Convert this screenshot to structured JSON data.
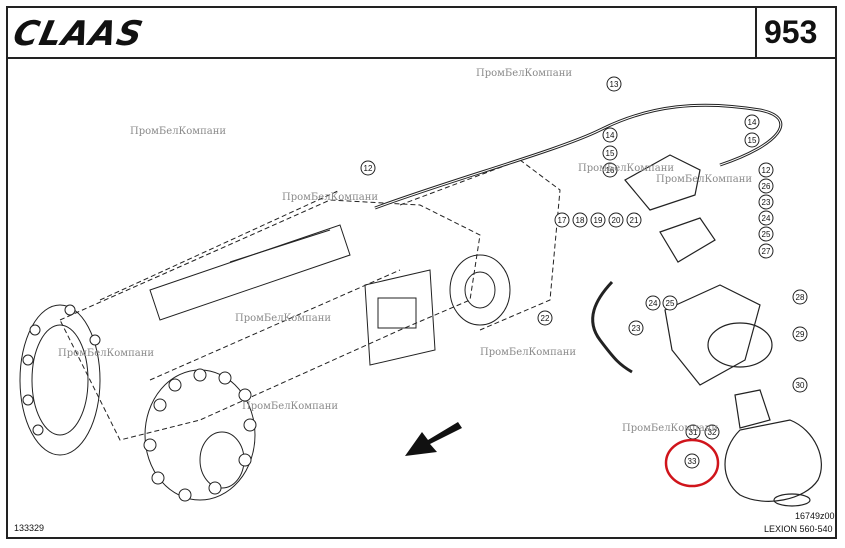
{
  "header": {
    "brand": "CLAAS",
    "page_number": "953"
  },
  "footer": {
    "drawing_no": "133329",
    "figure_code": "16749z00",
    "model": "LEXION 560-540"
  },
  "watermarks": [
    "ПромБелКомпани",
    "ПромБелКомпани",
    "ПромБелКомпани",
    "ПромБелКомпани",
    "ПромБелКомпани",
    "ПромБелКомпани",
    "ПромБелКомпани",
    "ПромБелКомпани",
    "ПромБелКомпани",
    "ПромБелКомпани"
  ],
  "callouts": [
    "12",
    "12",
    "13",
    "14",
    "14",
    "15",
    "15",
    "16",
    "17",
    "18",
    "19",
    "20",
    "21",
    "22",
    "23",
    "23",
    "24",
    "24",
    "25",
    "25",
    "26",
    "27",
    "28",
    "29",
    "30",
    "31",
    "32",
    "33"
  ],
  "colors": {
    "highlight_circle": "#d0141b",
    "ink": "#222222",
    "watermark": "#8a8a8a"
  }
}
